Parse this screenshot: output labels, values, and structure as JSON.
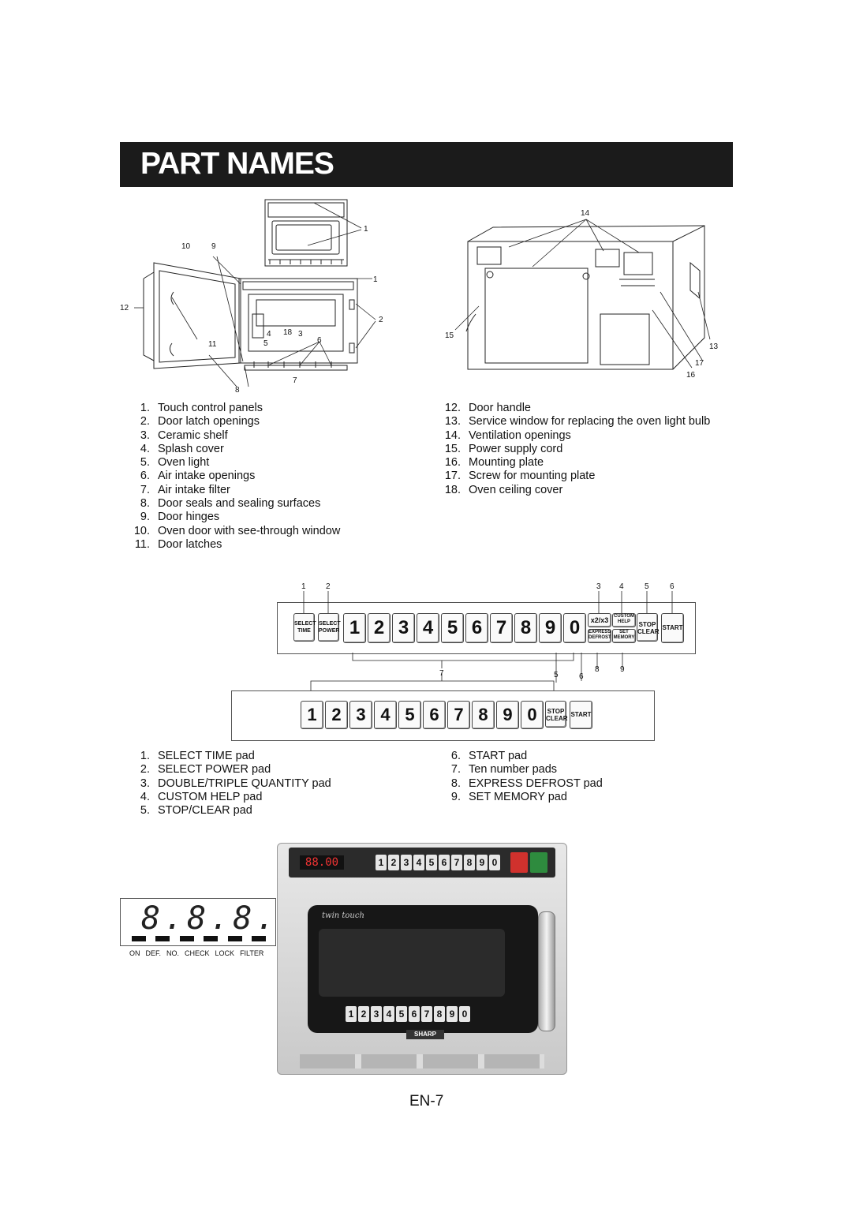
{
  "title": "PART NAMES",
  "oven_parts": {
    "left": [
      {
        "n": "1.",
        "t": "Touch control panels"
      },
      {
        "n": "2.",
        "t": "Door latch openings"
      },
      {
        "n": "3.",
        "t": "Ceramic shelf"
      },
      {
        "n": "4.",
        "t": "Splash cover"
      },
      {
        "n": "5.",
        "t": "Oven light"
      },
      {
        "n": "6.",
        "t": "Air intake openings"
      },
      {
        "n": "7.",
        "t": "Air intake filter"
      },
      {
        "n": "8.",
        "t": "Door seals and sealing surfaces"
      },
      {
        "n": "9.",
        "t": "Door hinges"
      },
      {
        "n": "10.",
        "t": "Oven door with see-through window"
      },
      {
        "n": "11.",
        "t": "Door latches"
      }
    ],
    "right": [
      {
        "n": "12.",
        "t": "Door handle"
      },
      {
        "n": "13.",
        "t": "Service window for replacing the oven light bulb"
      },
      {
        "n": "14.",
        "t": "Ventilation openings"
      },
      {
        "n": "15.",
        "t": "Power supply cord"
      },
      {
        "n": "16.",
        "t": "Mounting plate"
      },
      {
        "n": "17.",
        "t": "Screw for mounting plate"
      },
      {
        "n": "18.",
        "t": "Oven ceiling cover"
      }
    ]
  },
  "front_callouts": [
    "1",
    "1",
    "10",
    "9",
    "12",
    "2",
    "4",
    "18",
    "3",
    "5",
    "6",
    "11",
    "7",
    "8"
  ],
  "rear_callouts": [
    "14",
    "15",
    "13",
    "17",
    "16"
  ],
  "panel_callouts": {
    "top": [
      "1",
      "2",
      "3",
      "4",
      "5",
      "6"
    ],
    "middle": [
      "7",
      "5",
      "6",
      "8",
      "9"
    ]
  },
  "keypad": {
    "select_time": [
      "SELECT",
      "TIME"
    ],
    "select_power": [
      "SELECT",
      "POWER"
    ],
    "digits": [
      "1",
      "2",
      "3",
      "4",
      "5",
      "6",
      "7",
      "8",
      "9",
      "0"
    ],
    "x2x3": "x2/x3",
    "custom_help": [
      "CUSTOM",
      "HELP"
    ],
    "express_defrost": [
      "EXPRESS",
      "DEFROST"
    ],
    "set_memory": [
      "SET",
      "MEMORY"
    ],
    "stop_clear": [
      "STOP",
      "CLEAR"
    ],
    "start": "START"
  },
  "pad_parts": {
    "left": [
      {
        "n": "1.",
        "t": "SELECT TIME pad"
      },
      {
        "n": "2.",
        "t": "SELECT POWER pad"
      },
      {
        "n": "3.",
        "t": "DOUBLE/TRIPLE QUANTITY pad"
      },
      {
        "n": "4.",
        "t": "CUSTOM HELP pad"
      },
      {
        "n": "5.",
        "t": "STOP/CLEAR pad"
      }
    ],
    "right": [
      {
        "n": "6.",
        "t": "START pad"
      },
      {
        "n": "7.",
        "t": "Ten number pads"
      },
      {
        "n": "8.",
        "t": "EXPRESS DEFROST pad"
      },
      {
        "n": "9.",
        "t": "SET MEMORY pad"
      }
    ]
  },
  "display": {
    "digits": "8.8.8.8",
    "indicators": [
      "ON",
      "DEF.",
      "NO.",
      "CHECK",
      "LOCK",
      "FILTER"
    ]
  },
  "oven_photo": {
    "display": "88.00",
    "brand_script": "twin touch",
    "brand": "SHARP"
  },
  "page_number": "EN-7",
  "colors": {
    "title_bg": "#1b1b1b",
    "stop_red": "#d0312d",
    "start_green": "#2e8b3e"
  }
}
